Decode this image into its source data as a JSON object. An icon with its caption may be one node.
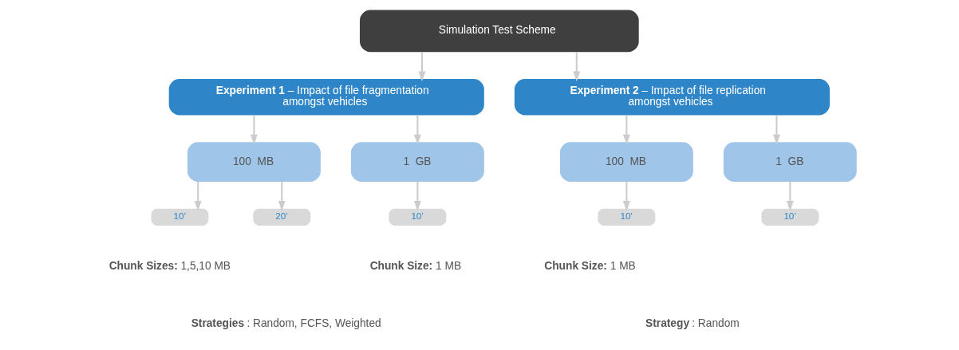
{
  "diagram": {
    "nodes": [
      {
        "text": [
          "Simulation Test Scheme"
        ]
      },
      {
        "text": [
          "**Experiment 1** – Impact of file fragmentation amongst vehicles"
        ]
      },
      {
        "text": [
          "**Experiment 2** – Impact of file replication amongst vehicles"
        ]
      },
      {
        "text": [
          "100  MB"
        ]
      },
      {
        "text": [
          "1  GB"
        ]
      },
      {
        "text": [
          "100  MB"
        ]
      },
      {
        "text": [
          "1  GB"
        ]
      },
      {
        "text": [
          "10’"
        ]
      },
      {
        "text": [
          "20’"
        ]
      },
      {
        "text": [
          "10’"
        ]
      },
      {
        "text": [
          "10’"
        ]
      },
      {
        "text": [
          "10’"
        ]
      }
    ],
    "edges": [
      {
        "from": 0,
        "to": 1,
        "arrow": "to"
      },
      {
        "from": 0,
        "to": 2,
        "arrow": "to"
      },
      {
        "from": 1,
        "to": 3,
        "arrow": "to"
      },
      {
        "from": 1,
        "to": 4,
        "arrow": "to"
      },
      {
        "from": 2,
        "to": 5,
        "arrow": "to"
      },
      {
        "from": 2,
        "to": 6,
        "arrow": "to"
      },
      {
        "from": 3,
        "to": 7,
        "arrow": "to"
      },
      {
        "from": 3,
        "to": 8,
        "arrow": "to"
      },
      {
        "from": 4,
        "to": 9,
        "arrow": "to"
      },
      {
        "from": 5,
        "to": 10,
        "arrow": "to"
      },
      {
        "from": 6,
        "to": 11,
        "arrow": "to"
      }
    ],
    "labels": [
      "**Chunk Sizes:** 1,5,10 MB",
      "**Chunk Size:** 1 MB",
      "**Strategies**: Random, FCFS, Weighted",
      "**Chunk Size:** 1 MB",
      "**Strategy**: Random"
    ]
  }
}
